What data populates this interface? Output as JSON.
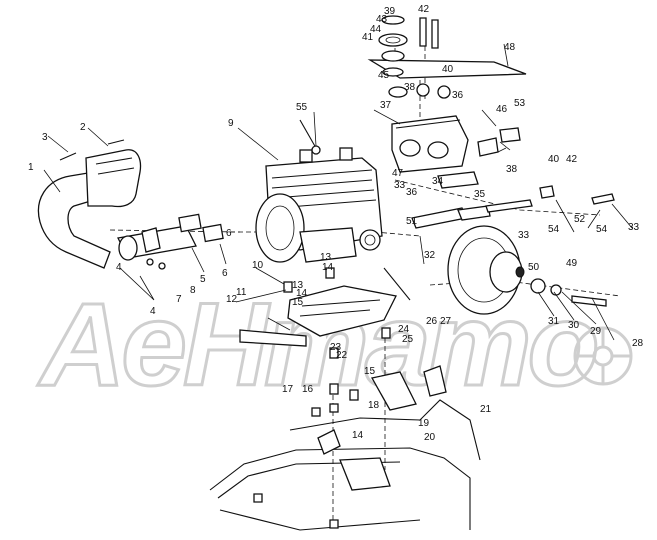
{
  "watermark": {
    "text": "AeHmamo"
  },
  "callouts": [
    "1",
    "2",
    "3",
    "4",
    "4",
    "5",
    "6",
    "6",
    "7",
    "8",
    "9",
    "10",
    "11",
    "12",
    "13",
    "13",
    "14",
    "14",
    "14",
    "15",
    "15",
    "16",
    "17",
    "18",
    "19",
    "20",
    "21",
    "22",
    "23",
    "24",
    "25",
    "26",
    "27",
    "28",
    "29",
    "30",
    "31",
    "32",
    "33",
    "33",
    "33",
    "34",
    "35",
    "36",
    "36",
    "37",
    "38",
    "38",
    "39",
    "40",
    "40",
    "41",
    "42",
    "42",
    "43",
    "44",
    "45",
    "46",
    "47",
    "48",
    "49",
    "50",
    "51",
    "52",
    "53",
    "54",
    "54",
    "55"
  ]
}
